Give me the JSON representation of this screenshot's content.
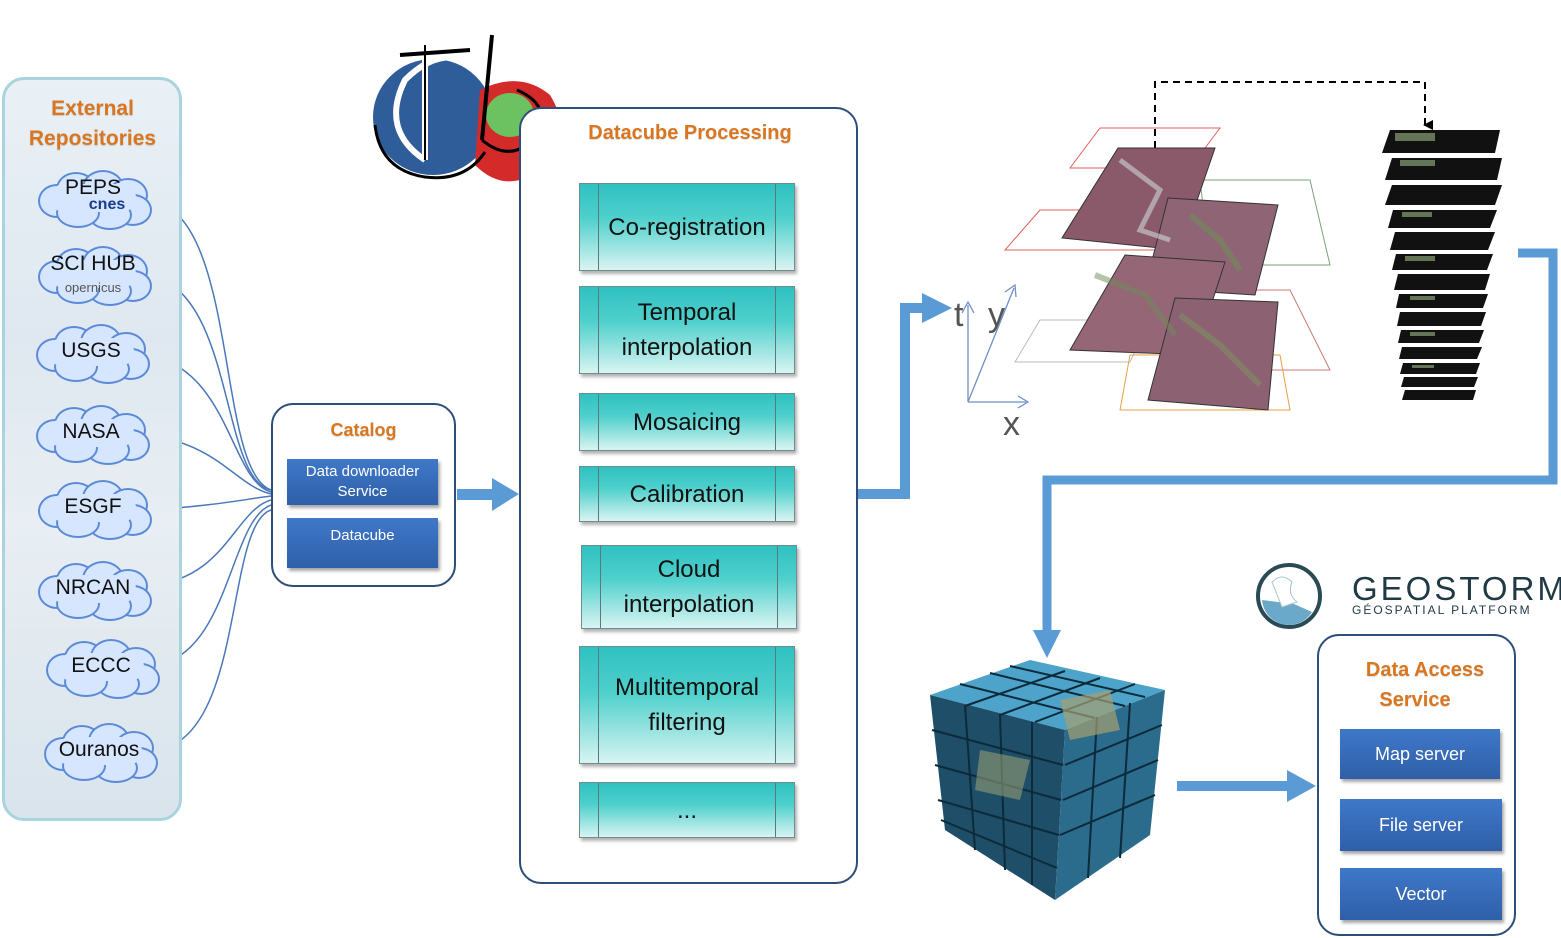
{
  "external": {
    "title_line1": "External",
    "title_line2": "Repositories",
    "repos": [
      {
        "label": "PEPS",
        "sub": "cnes"
      },
      {
        "label": "SCI HUB",
        "sub": "opernicus"
      },
      {
        "label": "USGS",
        "sub": ""
      },
      {
        "label": "NASA",
        "sub": ""
      },
      {
        "label": "ESGF",
        "sub": ""
      },
      {
        "label": "NRCAN",
        "sub": ""
      },
      {
        "label": "ECCC",
        "sub": ""
      },
      {
        "label": "Ouranos",
        "sub": ""
      }
    ]
  },
  "catalog": {
    "title": "Catalog",
    "items": [
      "Data downloader Service",
      "Datacube"
    ]
  },
  "processing": {
    "title": "Datacube Processing",
    "steps": [
      "Co-registration",
      "Temporal interpolation",
      "Mosaicing",
      "Calibration",
      "Cloud interpolation",
      "Multitemporal filtering",
      "..."
    ]
  },
  "axes": {
    "t": "t",
    "y": "y",
    "x": "x"
  },
  "geostorm": {
    "name": "GEOSTORM",
    "tagline": "GÉOSPATIAL PLATFORM"
  },
  "access": {
    "title_line1": "Data Access",
    "title_line2": "Service",
    "items": [
      "Map server",
      "File server",
      "Vector"
    ]
  },
  "colors": {
    "arrow": "#5b9bd5",
    "title": "#d9761f",
    "box_border": "#2d4d7a"
  }
}
